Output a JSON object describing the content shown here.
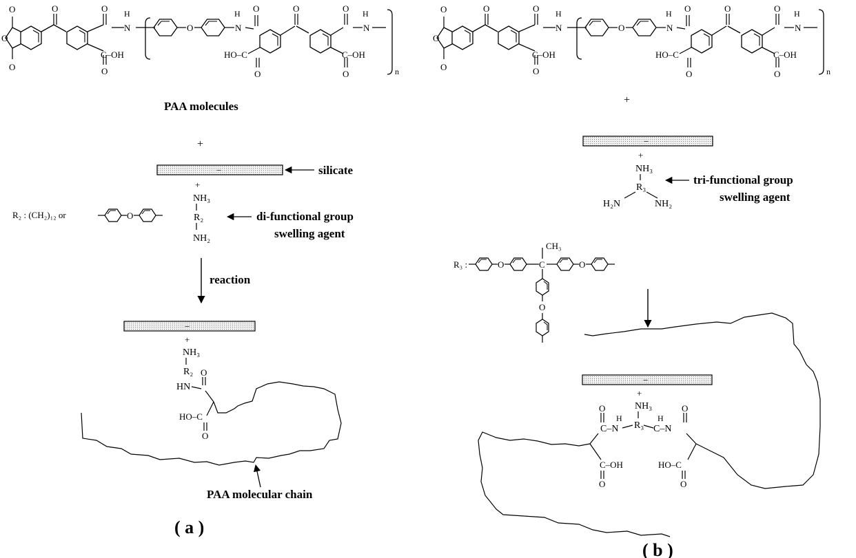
{
  "atoms": {
    "o": "O",
    "h": "H",
    "n": "N",
    "cnh": "C–N",
    "coh": "C–OH",
    "hoc": "HO–C",
    "hn": "HN",
    "plus": "+",
    "minus": "−",
    "sub_n": "n"
  },
  "panel_a": {
    "label": "( a )",
    "molecules_caption": "PAA molecules",
    "silicate_label": "silicate",
    "agent_label_line1": "di-functional group",
    "agent_label_line2": "swelling agent",
    "amine_top": "NH₃",
    "amine_mid": "R₂",
    "amine_bottom": "NH₂",
    "r2_definition": "R₂ : (CH₂)₁₂  or",
    "reaction_label": "reaction",
    "chain_label": "PAA molecular chain"
  },
  "panel_b": {
    "label": "( b )",
    "agent_label_line1": "tri-functional group",
    "agent_label_line2": "swelling agent",
    "amine_top": "NH₃",
    "amine_mid": "R₃",
    "amine_left": "H₂N",
    "amine_right": "NH₂",
    "r3_definition": "R₃ :",
    "methyl": "CH₃",
    "carbon": "C"
  }
}
